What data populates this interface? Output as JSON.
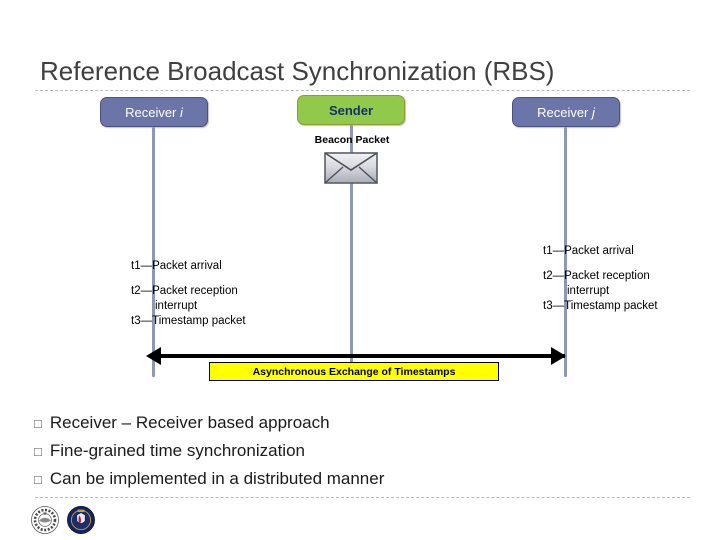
{
  "slide": {
    "title": "Reference Broadcast Synchronization (RBS)",
    "background": "#ffffff",
    "rule_color": "#b9b9b9"
  },
  "nodes": [
    {
      "id": "receiver-i",
      "label_main": "Receiver ",
      "label_em": "i",
      "role": "receiver",
      "fill": "#6b75a8",
      "stroke": "#4a5280",
      "text_color": "#ffffff"
    },
    {
      "id": "sender",
      "label_main": "Sender",
      "label_em": "",
      "role": "sender",
      "fill": "#92c94a",
      "stroke": "#8e9a33",
      "text_color": "#16316b"
    },
    {
      "id": "receiver-j",
      "label_main": "Receiver ",
      "label_em": "j",
      "role": "receiver",
      "fill": "#6b75a8",
      "stroke": "#4a5280",
      "text_color": "#ffffff"
    }
  ],
  "beacon": {
    "label": "Beacon Packet",
    "icon": "envelope-icon"
  },
  "timeline_color": "#8e97b5",
  "timestamps_left": {
    "t1": "t1—Packet arrival",
    "t2": "t2—Packet reception",
    "t2b": "interrupt",
    "t3": "t3—Timestamp packet"
  },
  "timestamps_right": {
    "t1": "t1—Packet arrival",
    "t2": "t2—Packet reception",
    "t2b": "interrupt",
    "t3": "t3—Timestamp packet"
  },
  "exchange": {
    "banner_label": "Asynchronous Exchange of Timestamps",
    "banner_fill": "#ffff00",
    "banner_text_color": "#000000",
    "arrow_color": "#000000",
    "arrow_type": "double-headed"
  },
  "bullets": [
    {
      "marker": "□",
      "text": "Receiver – Receiver based approach"
    },
    {
      "marker": "□",
      "text": "Fine-grained time synchronization"
    },
    {
      "marker": "□",
      "text": "Can be implemented in a distributed manner"
    }
  ],
  "footer": {
    "logos": [
      {
        "name": "university-crest-logo"
      },
      {
        "name": "institute-seal-logo"
      }
    ]
  }
}
